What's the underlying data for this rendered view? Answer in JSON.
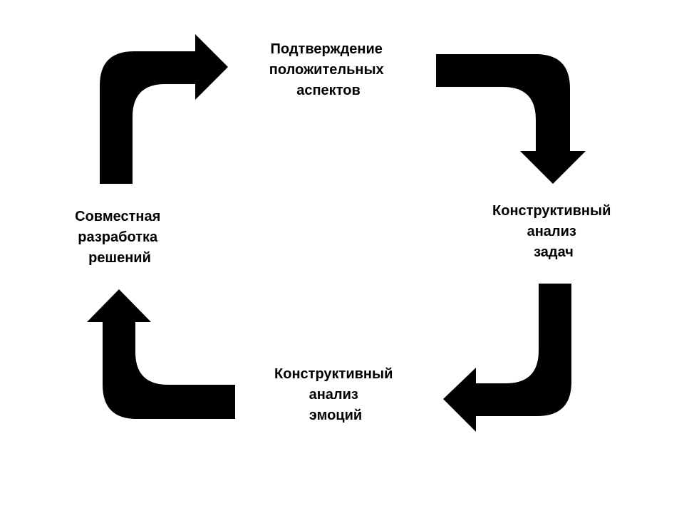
{
  "diagram": {
    "nodes": [
      {
        "id": "confirm-positive",
        "lines": [
          "Подтверждение",
          "положительных",
          "аспектов"
        ]
      },
      {
        "id": "task-analysis",
        "lines": [
          "Конструктивный",
          "анализ",
          "задач"
        ]
      },
      {
        "id": "emotion-analysis",
        "lines": [
          "Конструктивный",
          "анализ",
          "эмоций"
        ]
      },
      {
        "id": "joint-solutions",
        "lines": [
          "Совместная",
          "разработка",
          "решений"
        ]
      }
    ],
    "arrows": [
      {
        "id": "arrow-to-confirm",
        "from": "joint-solutions",
        "to": "confirm-positive"
      },
      {
        "id": "arrow-to-task",
        "from": "confirm-positive",
        "to": "task-analysis"
      },
      {
        "id": "arrow-to-emotion",
        "from": "task-analysis",
        "to": "emotion-analysis"
      },
      {
        "id": "arrow-to-joint",
        "from": "emotion-analysis",
        "to": "joint-solutions"
      }
    ],
    "colors": {
      "arrow": "#000000",
      "text": "#000000",
      "background": "#ffffff"
    }
  }
}
